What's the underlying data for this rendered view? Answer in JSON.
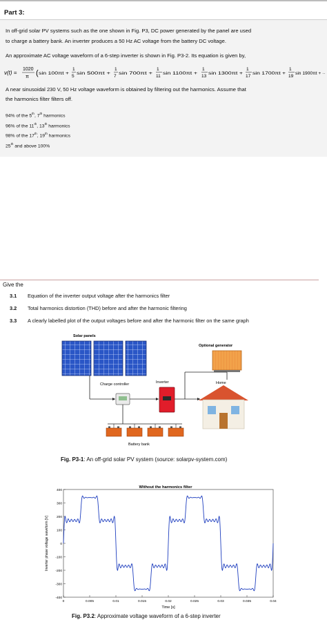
{
  "part_title": "Part 3:",
  "intro_line1": "In off-grid solar PV systems such as the one shown in Fig. P3, DC power generated by the panel are used",
  "intro_line2": "to charge a battery bank. An inverter produces a 50 Hz AC voltage from the battery DC voltage.",
  "approx_line": "An approximate AC voltage waveform of a 6-step inverter is shown in Fig. P3-2. Its equation is given by,",
  "equation": {
    "lhs": "v(t) =",
    "coef_num": "1020",
    "coef_den": "π",
    "terms": [
      {
        "prefix": "(",
        "num": "",
        "den": "",
        "expr": "sin 100πt +"
      },
      {
        "prefix": "",
        "num": "1",
        "den": "5",
        "expr": "sin 500πt +"
      },
      {
        "prefix": "",
        "num": "1",
        "den": "7",
        "expr": "sin 700πt +"
      },
      {
        "prefix": "",
        "num": "1",
        "den": "11",
        "expr": "sin 1100πt +"
      },
      {
        "prefix": "",
        "num": "1",
        "den": "13",
        "expr": "sin 1300πt +"
      },
      {
        "prefix": "",
        "num": "1",
        "den": "17",
        "expr": "sin 1700πt +"
      },
      {
        "prefix": "",
        "num": "1",
        "den": "19",
        "expr": "sin 1900πt + ···)"
      }
    ]
  },
  "filter_line1": "A near sinusoidal 230 V, 50 Hz voltage waveform is obtained by filtering out the harmonics. Assume that",
  "filter_line2": "the harmonics filter filters off.",
  "filter_items": [
    {
      "pct": "94% of the 5",
      "sup1": "th",
      "mid": ", 7",
      "sup2": "th",
      "tail": " harmonics"
    },
    {
      "pct": "96% of the 11",
      "sup1": "th",
      "mid": ", 13",
      "sup2": "th",
      "tail": " harmonics"
    },
    {
      "pct": "98% of the 17",
      "sup1": "th",
      "mid": ", 19",
      "sup2": "th",
      "tail": " harmonics"
    },
    {
      "pct": "25",
      "sup1": "th",
      "mid": " and above 100%",
      "sup2": "",
      "tail": ""
    }
  ],
  "give_the": "Give the",
  "questions": [
    {
      "num": "3.1",
      "text": "Equation of the inverter output voltage after the harmonics filter"
    },
    {
      "num": "3.2",
      "text": "Total harmonics distortion (THD) before and after the harmonic filtering"
    },
    {
      "num": "3.3",
      "text": "A clearly labelled plot of the output voltages before and after the harmonic filter on the same graph"
    }
  ],
  "diagram": {
    "solar_panels": "Solar panels",
    "optional_generator": "Optional generator",
    "charge_controller": "Charge controller",
    "inverter": "Inverter",
    "home": "Home",
    "battery_bank": "Battery bank"
  },
  "fig1_caption": {
    "label": "Fig. P3-1",
    "text": ": An off-grid solar PV system (",
    "source_label": "source",
    "source_text": ": solarpv-system.com)"
  },
  "chart_data": {
    "type": "line",
    "title": "Without the harmonics filter",
    "xlabel": "Time [s]",
    "ylabel": "Inverter phase voltage waveform [V]",
    "xlim": [
      0,
      0.04
    ],
    "ylim": [
      -400,
      400
    ],
    "xticks": [
      "0",
      "0.005",
      "0.01",
      "0.015",
      "0.02",
      "0.025",
      "0.03",
      "0.035",
      "0.04"
    ],
    "yticks": [
      "400",
      "300",
      "200",
      "100",
      "0",
      "-100",
      "-200",
      "-300",
      "-400"
    ],
    "frequency_hz": 50,
    "coefficient": 324.68,
    "harmonics": [
      1,
      5,
      7,
      11,
      13,
      17,
      19,
      23,
      25,
      29,
      31
    ],
    "line_color": "#1f3fbf"
  },
  "fig2_caption": {
    "label": "Fig. P3.2",
    "text": ": Approximate voltage waveform of a 6-step inverter"
  }
}
